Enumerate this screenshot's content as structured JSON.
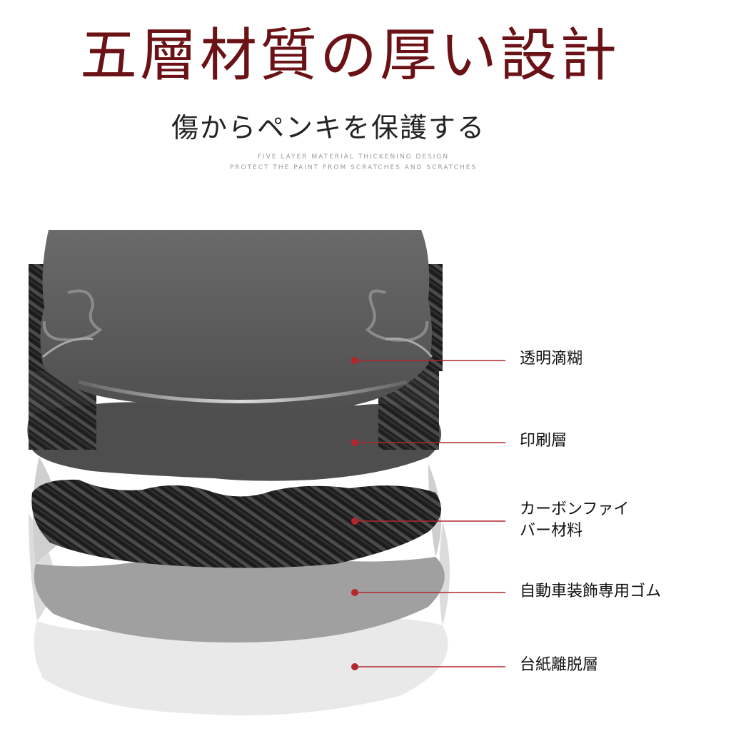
{
  "header": {
    "title": "五層材質の厚い設計",
    "subtitle": "傷からペンキを保護する",
    "english_line1": "FIVE LAYER MATERIAL THICKENING DESIGN",
    "english_line2": "PROTECT THE PAINT FROM SCRATCHES AND SCRATCHES"
  },
  "layers": [
    {
      "label": "透明滴糊"
    },
    {
      "label": "印刷層"
    },
    {
      "label_line1": "カーボンファイ",
      "label_line2": "バー材料"
    },
    {
      "label": "自動車装飾専用ゴム"
    },
    {
      "label": "台紙離脱層"
    }
  ],
  "colors": {
    "title": "#6b1216",
    "pointer": "#b3262d",
    "dark_layer": "#5a5a5a",
    "carbon_dark": "#1c1c1c",
    "carbon_light": "#4a4a4a",
    "gray_layer": "#a3a3a3",
    "light_layer": "#e8e8e8"
  }
}
